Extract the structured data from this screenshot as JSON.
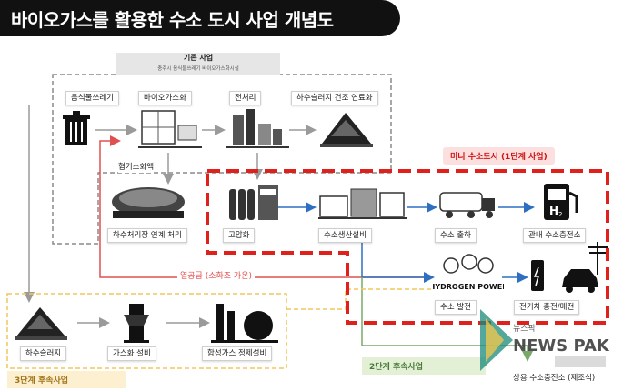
{
  "title": "바이오가스를 활용한 수소 도시 사업 개념도",
  "existing": {
    "header": "기존 사업",
    "sub": "충주시 음식물쓰레기 바이오가스화시설"
  },
  "nodes": {
    "food_waste": "음식물쓰레기",
    "biogas": "바이오가스화",
    "pretreat": "전처리",
    "sludge_fuel": "하수슬러지 건조 연료화",
    "digestate": "혐기소화액",
    "sewage_link": "하수처리장 연계 처리",
    "pressurize": "고압화",
    "h2_production": "수소생산설비",
    "h2_ship": "수소 출하",
    "h2_station_inside": "관내 수소충전소",
    "h2_power": "수소 발전",
    "ev_charge": "전기차 충전/매전",
    "sewage_sludge": "하수슬러지",
    "gasifier": "가스화 설비",
    "syngas": "합성가스 정제설비",
    "commercial_station": "상용 수소충전소 (제조식)"
  },
  "heat_supply": "열공급 (소화조 가온)",
  "tags": {
    "mini_city": "미니 수소도시 (1단계 사업)",
    "phase3": "3단계 후속사업",
    "phase2": "2단계 후속사업"
  },
  "hydrogen_power_logo": "HYDROGEN POWER",
  "h2_symbol": "H",
  "h2_sub": "2",
  "watermark": {
    "small": "뉴스팍",
    "big": "NEWS PAK"
  },
  "colors": {
    "red_dash": "#e0201a",
    "red_line": "#e05050",
    "blue_line": "#2f6fc0",
    "green_line": "#7aa868",
    "yellow_dash": "#f0c75a",
    "phase3_bg": "#fdf0d0",
    "phase2_bg": "#e3f0d6",
    "mini_bg": "#fce0e0"
  }
}
